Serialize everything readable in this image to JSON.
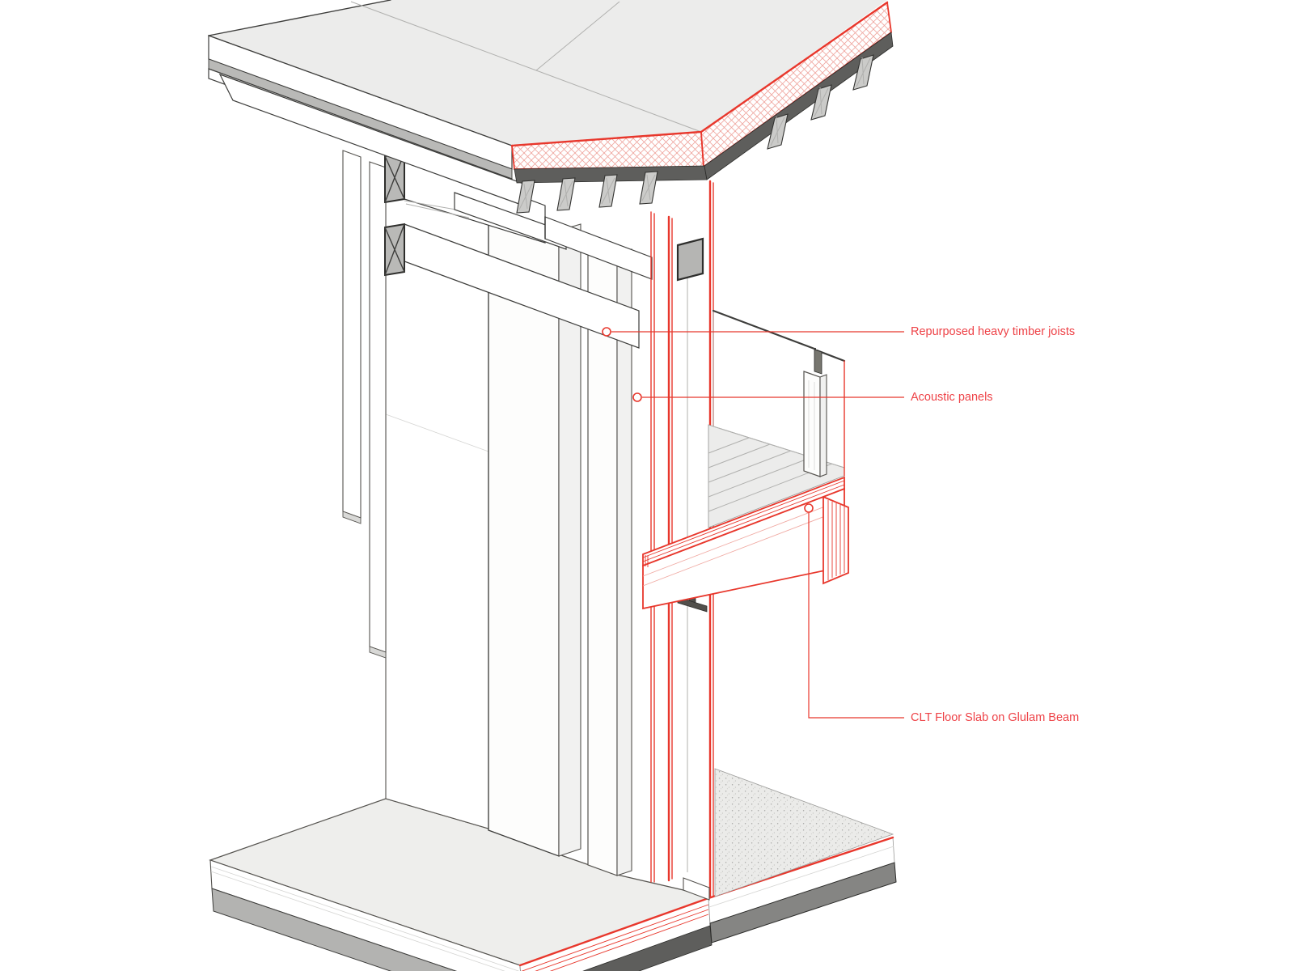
{
  "figure": {
    "type": "axonometric construction detail drawing",
    "subject": "mass timber wall / floor / roof section cutaway",
    "background": "#ffffff"
  },
  "annotations": [
    {
      "id": "timber-joists",
      "text": "Repurposed heavy timber joists"
    },
    {
      "id": "acoustic-panels",
      "text": "Acoustic panels"
    },
    {
      "id": "clt-floor-slab",
      "text": "CLT Floor Slab on Glulam Beam"
    }
  ],
  "colors": {
    "annotation_red": "#ee4247",
    "section_red": "#e8372c",
    "hatch_red": "#f0a9a2",
    "line_dark": "#3d3d3b",
    "fill_light": "#ececeb",
    "fill_mid_gray": "#b9b9b7",
    "fill_dark_gray": "#5e5e5c",
    "steel": "#514f4b"
  }
}
